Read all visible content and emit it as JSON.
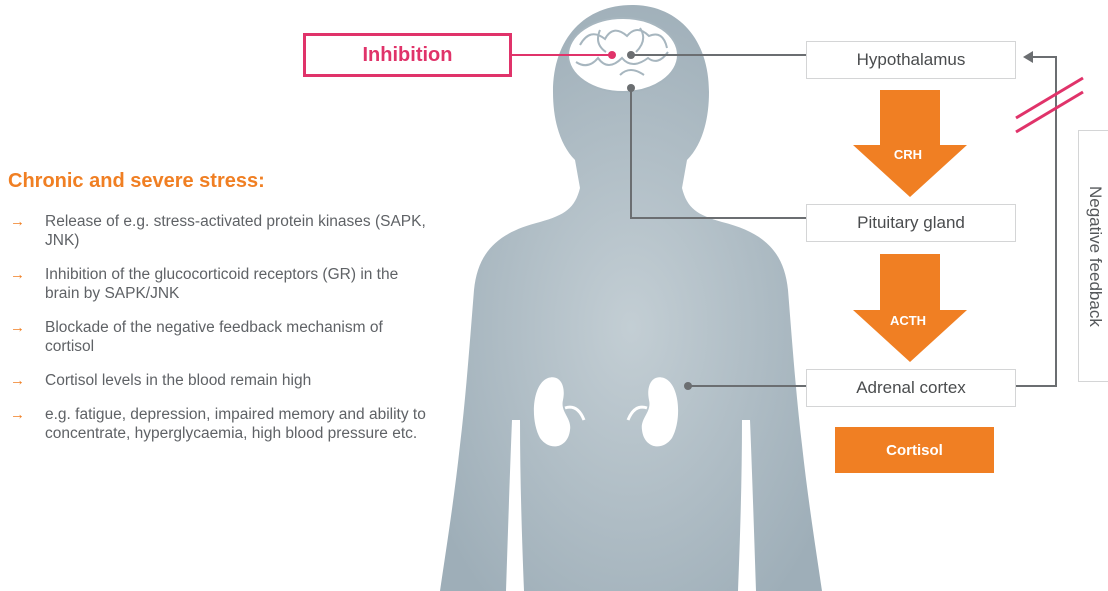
{
  "diagram": {
    "heading": "Chronic and severe stress:",
    "bullets": [
      {
        "arrow": "→",
        "text": "Release of e.g. stress-activated protein kinases (SAPK, JNK)"
      },
      {
        "arrow": "→",
        "text": "Inhibition of the glucocorticoid receptors (GR) in the brain by SAPK/JNK"
      },
      {
        "arrow": "→",
        "text": "Blockade of the negative feedback mechanism of cortisol"
      },
      {
        "arrow": "→",
        "text": "Cortisol levels in the blood remain high"
      },
      {
        "arrow": "→",
        "text": "e.g. fatigue, depression, impaired memory and ability to concentrate, hyperglycaemia, high blood pressure etc."
      }
    ],
    "inhibition_label": "Inhibition",
    "hypothalamus_label": "Hypothalamus",
    "pituitary_label": "Pituitary gland",
    "adrenal_label": "Adrenal cortex",
    "crh_label": "CRH",
    "acth_label": "ACTH",
    "cortisol_label": "Cortisol",
    "negative_feedback_label": "Negative feedback",
    "colors": {
      "accent_orange": "#f07f23",
      "inhibition_pink": "#e0336a",
      "body_gray": "#a7b6bf",
      "text_gray": "#5f6266"
    }
  }
}
